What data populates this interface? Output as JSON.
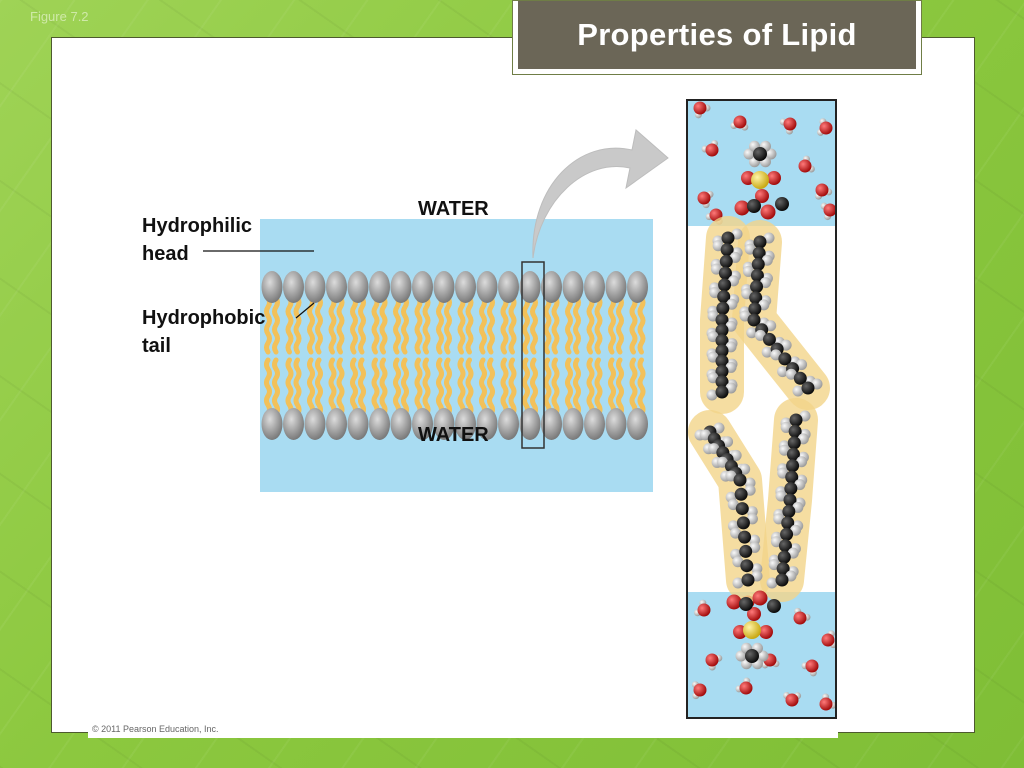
{
  "figure_label": "Figure 7.2",
  "title": "Properties of Lipid",
  "labels": {
    "hydrophilic_line1": "Hydrophilic",
    "hydrophilic_line2": "head",
    "hydrophobic_line1": "Hydrophobic",
    "hydrophobic_line2": "tail",
    "water_top": "WATER",
    "water_bottom": "WATER"
  },
  "footer": "© 2011 Pearson Education, Inc.",
  "colors": {
    "background_green": "#8cc83f",
    "title_bg": "#6b6657",
    "water": "#a9dcf2",
    "head": "#9a9a9a",
    "tail": "#f2c15a",
    "carbon": "#1a1a1a",
    "hydrogen": "#d0d0d0",
    "oxygen": "#d61a1a",
    "phosphorus": "#f0d64a"
  }
}
